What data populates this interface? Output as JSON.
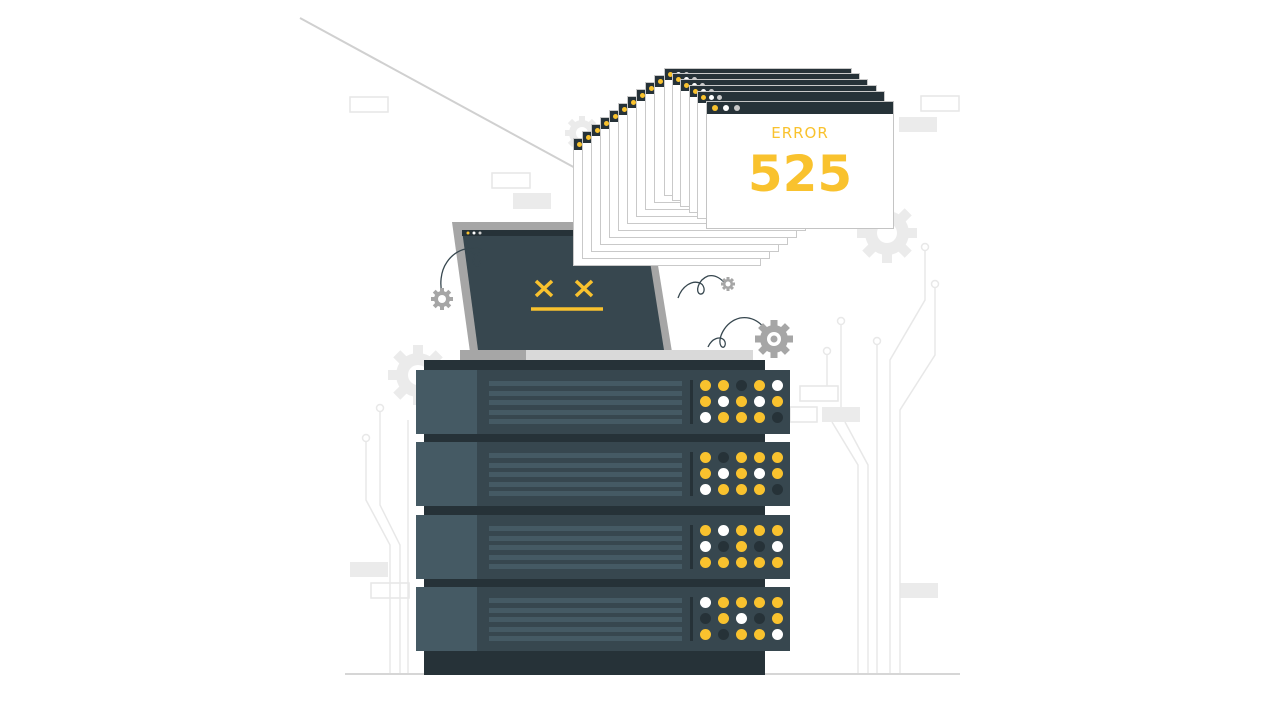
{
  "illustration": {
    "title": "Error 525 server illustration",
    "error_window": {
      "label": "ERROR",
      "code": "525"
    },
    "laptop": {
      "face": "x x _"
    },
    "colors": {
      "accent": "#F9C22E",
      "dark": "#263238",
      "panel": "#37474F",
      "panel_light": "#455A64",
      "bezel": "#A6A6A6",
      "background_decor": "#EBEBEB",
      "white_led": "#FFFFFF"
    },
    "server_units": [
      {
        "leds": [
          [
            "y",
            "y",
            "d",
            "y",
            "w"
          ],
          [
            "y",
            "w",
            "y",
            "w",
            "y"
          ],
          [
            "w",
            "y",
            "y",
            "y",
            "d"
          ]
        ]
      },
      {
        "leds": [
          [
            "y",
            "d",
            "y",
            "y",
            "y"
          ],
          [
            "y",
            "w",
            "y",
            "w",
            "y"
          ],
          [
            "w",
            "y",
            "y",
            "y",
            "d"
          ]
        ]
      },
      {
        "leds": [
          [
            "y",
            "w",
            "y",
            "y",
            "y"
          ],
          [
            "w",
            "d",
            "y",
            "d",
            "w"
          ],
          [
            "y",
            "y",
            "y",
            "y",
            "y"
          ]
        ]
      },
      {
        "leds": [
          [
            "w",
            "y",
            "y",
            "y",
            "y"
          ],
          [
            "d",
            "y",
            "w",
            "d",
            "y"
          ],
          [
            "y",
            "d",
            "y",
            "y",
            "w"
          ]
        ]
      }
    ],
    "icons": [
      "gear-icon",
      "gear-icon",
      "gear-icon",
      "gear-icon",
      "gear-icon",
      "gear-icon"
    ]
  }
}
